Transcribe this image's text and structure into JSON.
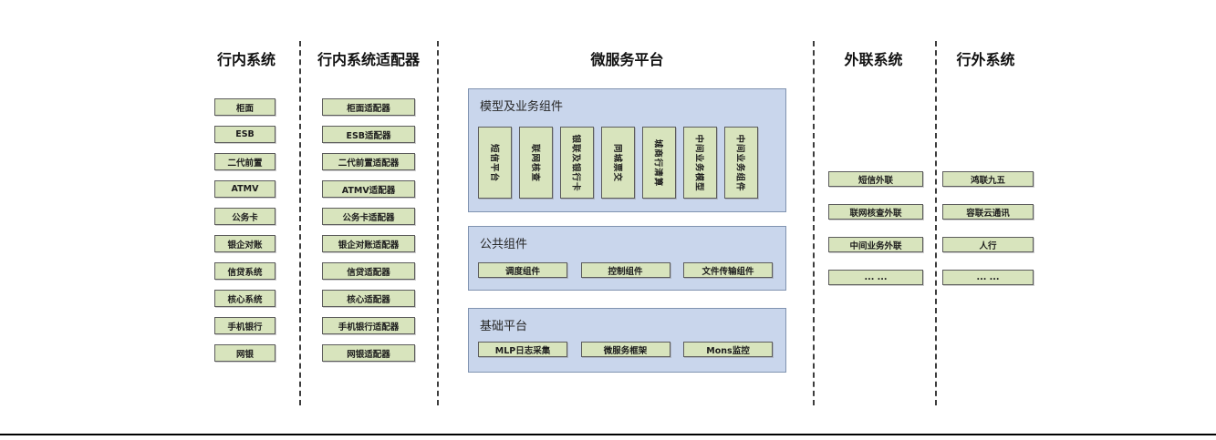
{
  "diagram": {
    "columns": [
      {
        "title": "行内系统",
        "items": [
          "柜面",
          "ESB",
          "二代前置",
          "ATMV",
          "公务卡",
          "银企对账",
          "信贷系统",
          "核心系统",
          "手机银行",
          "网银"
        ]
      },
      {
        "title": "行内系统适配器",
        "items": [
          "柜面适配器",
          "ESB适配器",
          "二代前置适配器",
          "ATMV适配器",
          "公务卡适配器",
          "银企对账适配器",
          "信贷适配器",
          "核心适配器",
          "手机银行适配器",
          "网银适配器"
        ]
      },
      {
        "title": "微服务平台",
        "sections": [
          {
            "title": "模型及业务组件",
            "items": [
              "短信平台",
              "联网核查",
              "银联及银行卡",
              "同城票交",
              "城商行清算",
              "中间业务模型",
              "中间业务组件"
            ]
          },
          {
            "title": "公共组件",
            "items": [
              "调度组件",
              "控制组件",
              "文件传输组件"
            ]
          },
          {
            "title": "基础平台",
            "items": [
              "MLP日志采集",
              "微服务框架",
              "Mons监控"
            ]
          }
        ]
      },
      {
        "title": "外联系统",
        "items": [
          "短信外联",
          "联网核查外联",
          "中间业务外联",
          "... ..."
        ]
      },
      {
        "title": "行外系统",
        "items": [
          "鸿联九五",
          "容联云通讯",
          "人行",
          "... ..."
        ]
      }
    ]
  },
  "colors": {
    "box_fill": "#d8e4bd",
    "box_border": "#5c5c5c",
    "panel_fill": "#c9d6ec",
    "panel_border": "#8093b0",
    "separator": "#3d3d3d",
    "bottom_rule": "#000000"
  }
}
